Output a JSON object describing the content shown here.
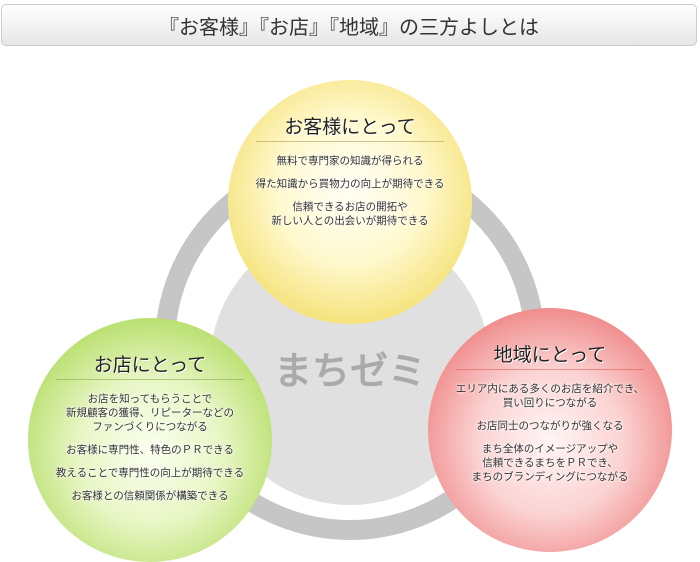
{
  "title": "『お客様』『お店』『地域』の三方よしとは",
  "center_label": "まちゼミ",
  "customer": {
    "heading": "お客様にとって",
    "items": [
      "無料で専門家の知識が得られる",
      "得た知識から買物力の向上が期待できる",
      "信頼できるお店の開拓や\n新しい人との出会いが期待できる"
    ]
  },
  "shop": {
    "heading": "お店にとって",
    "items": [
      "お店を知ってもらうことで\n新規顧客の獲得、リピーターなどの\nファンづくりにつながる",
      "お客様に専門性、特色のＰＲできる",
      "教えることで専門性の向上が期待できる",
      "お客様との信頼関係が構築できる"
    ]
  },
  "region": {
    "heading": "地域にとって",
    "items": [
      "エリア内にある多くのお店を紹介でき、\n買い回りにつながる",
      "お店同士のつながりが強くなる",
      "まち全体のイメージアップや\n信頼できるまちをＰＲでき、\nまちのブランディングにつながる"
    ]
  },
  "colors": {
    "customer": "#f5e27a",
    "shop": "#b8df6e",
    "region": "#f08a8a",
    "ring": "#c8c8c8"
  }
}
